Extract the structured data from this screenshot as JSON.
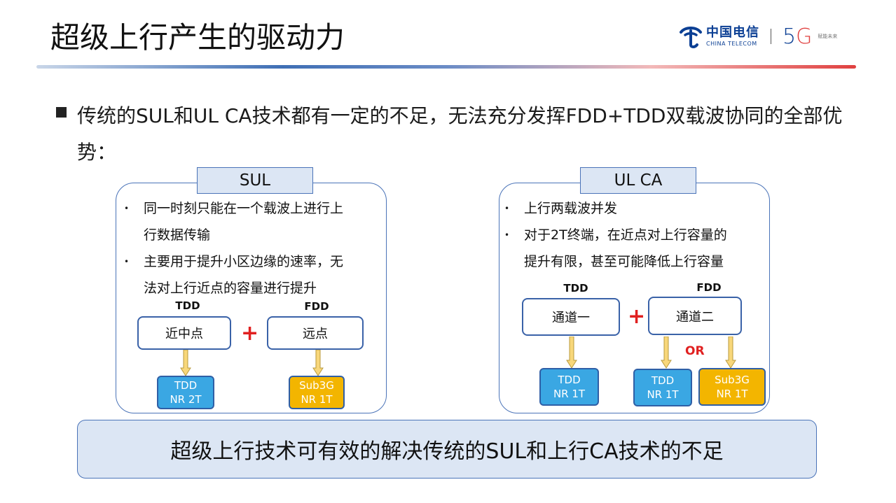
{
  "title": "超级上行产生的驱动力",
  "logo": {
    "brand_cn": "中国电信",
    "brand_en": "CHINA TELECOM",
    "five_g_digit": "5",
    "five_g_letter": "G",
    "slogan": "赋能未来"
  },
  "intro": {
    "text": "传统的SUL和UL  CA技术都有一定的不足，无法充分发挥FDD+TDD双载波协同的全部优势："
  },
  "sul": {
    "tab": "SUL",
    "bullets": [
      {
        "line1": "同一时刻只能在一个载波上进行上",
        "line2": "行数据传输"
      },
      {
        "line1": "主要用于提升小区边缘的速率，无",
        "line2": "法对上行近点的容量进行提升"
      }
    ],
    "label_left": "TDD",
    "label_right": "FDD",
    "node_left": "近中点",
    "node_right": "远点",
    "plus": "+",
    "chip_left": {
      "line1": "TDD",
      "line2": "NR 2T"
    },
    "chip_right": {
      "line1": "Sub3G",
      "line2": "NR 1T"
    }
  },
  "ulca": {
    "tab": "UL CA",
    "bullets": [
      {
        "line1": "上行两载波并发",
        "line2": ""
      },
      {
        "line1": "对于2T终端，在近点对上行容量的",
        "line2": "提升有限，甚至可能降低上行容量"
      }
    ],
    "label_left": "TDD",
    "label_right": "FDD",
    "node_left": "通道一",
    "node_right": "通道二",
    "plus": "+",
    "or": "OR",
    "chip_a": {
      "line1": "TDD",
      "line2": "NR 1T"
    },
    "chip_b": {
      "line1": "TDD",
      "line2": "NR 1T"
    },
    "chip_c": {
      "line1": "Sub3G",
      "line2": "NR 1T"
    }
  },
  "summary": "超级上行技术可有效的解决传统的SUL和上行CA技术的不足",
  "colors": {
    "accent_blue": "#4a73b8",
    "chip_blue": "#3aa7e3",
    "chip_gold": "#f3b500",
    "plus_red": "#e02020",
    "tab_fill": "#dce6f4"
  }
}
